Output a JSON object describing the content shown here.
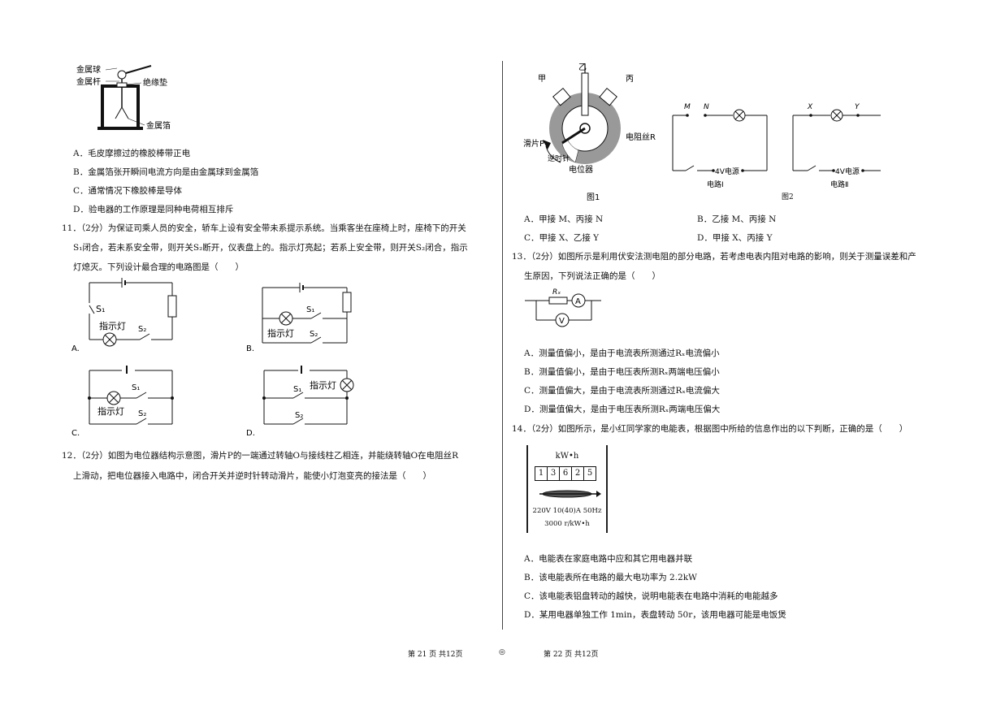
{
  "left": {
    "electroscope_labels": [
      "金属球",
      "金属杆",
      "绝缘垫",
      "金属箔"
    ],
    "q10_options": [
      "A．毛皮摩擦过的橡胶棒带正电",
      "B．金属箔张开瞬间电流方向是由金属球到金属箔",
      "C．通常情况下橡胶棒是导体",
      "D．验电器的工作原理是同种电荷相互排斥"
    ],
    "q11_lines": [
      "11．（2分）为保证司乘人员的安全，轿车上设有安全带未系提示系统。当乘客坐在座椅上时，座椅下的开关",
      "S₁闭合，若未系安全带，则开关S₂断开，仪表盘上的。指示灯亮起；若系上安全带，则开关S₂闭合，指示",
      "灯熄灭。下列设计最合理的电路图是（　　）"
    ],
    "q11_circuit_labels": {
      "lamp": "指示灯",
      "s1": "S₁",
      "s2": "S₂",
      "a": "A.",
      "b": "B.",
      "c": "C.",
      "d": "D."
    },
    "q12_lines": [
      "12．（2分）如图为电位器结构示意图，滑片P的一端通过转轴O与接线柱乙相连，并能绕转轴O在电阻丝R",
      "上滑动，把电位器接入电路中，闭合开关并逆时针转动滑片，能使小灯泡变亮的接法是（　　）"
    ]
  },
  "right": {
    "pot_labels": {
      "jia": "甲",
      "yi": "乙",
      "bing": "丙",
      "slider": "滑片P",
      "wire": "电阻丝R",
      "ccw": "逆时针",
      "name": "电位器",
      "fig1": "图1",
      "fig2": "图2"
    },
    "circuit1": {
      "m": "M",
      "n": "N",
      "source": "4V电源",
      "name": "电路Ⅰ"
    },
    "circuit2": {
      "x": "X",
      "y": "Y",
      "source": "4V电源",
      "name": "电路Ⅱ"
    },
    "q12_options": [
      "A．甲接 M、丙接 N",
      "B．乙接 M、丙接 N",
      "C．甲接 X、乙接 Y",
      "D．甲接 X、丙接 Y"
    ],
    "q13_lines": [
      "13．（2分）如图所示是利用伏安法测电阻的部分电路，若考虑电表内阻对电路的影响，则关于测量误差和产",
      "生原因，下列说法正确的是（　　）"
    ],
    "q13_labels": {
      "rx": "Rₓ",
      "a": "A",
      "v": "V"
    },
    "q13_options": [
      "A．测量值偏小，是由于电流表所测通过Rₓ电流偏小",
      "B．测量值偏小，是由于电压表所测Rₓ两端电压偏小",
      "C．测量值偏大，是由于电流表所测通过Rₓ电流偏大",
      "D．测量值偏大，是由于电压表所测Rₓ两端电压偏大"
    ],
    "q14_line": "14．（2分）如图所示，是小红同学家的电能表，根据图中所给的信息作出的以下判断，正确的是（　　）",
    "meter": {
      "unit": "kW•h",
      "digits": [
        "1",
        "3",
        "6",
        "2",
        "5"
      ],
      "spec": "220V 10(40)A 50Hz",
      "rev": "3000 r/kW•h"
    },
    "q14_options": [
      "A．电能表在家庭电路中应和其它用电器并联",
      "B．该电能表所在电路的最大电功率为 2.2kW",
      "C．该电能表铝盘转动的越快，说明电能表在电路中消耗的电能越多",
      "D．某用电器单独工作 1min，表盘转动 50r，该用电器可能是电饭煲"
    ]
  },
  "footer": {
    "left_page": "第 21 页  共12页",
    "center_mark": "◎",
    "right_page": "第 22 页  共12页"
  }
}
